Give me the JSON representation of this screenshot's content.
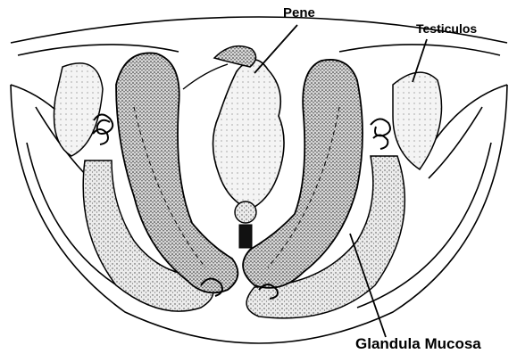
{
  "labels": {
    "pene": "Pene",
    "testiculos": "Testiculos",
    "glandula_mucosa": "Glandula Mucosa"
  },
  "colors": {
    "ink": "#000000",
    "organ_fill": "#e8e8e8",
    "paper": "#ffffff"
  }
}
